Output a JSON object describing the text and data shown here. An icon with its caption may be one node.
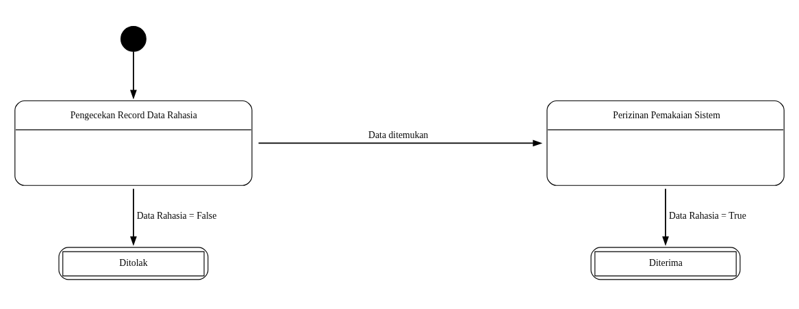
{
  "diagram": {
    "nodes": [
      {
        "text": [],
        "shape": "circle"
      },
      {
        "text": [
          "Pengecekan Record Data Rahasia"
        ]
      },
      {
        "text": [
          "Perizinan Pemakaian Sistem"
        ]
      },
      {
        "text": [
          "Ditolak"
        ]
      },
      {
        "text": [
          "Diterima"
        ]
      }
    ],
    "edges": [
      {
        "from": 0,
        "to": 1,
        "arrow": "to"
      },
      {
        "from": 1,
        "to": 2,
        "arrow": "to",
        "label": "Data ditemukan"
      },
      {
        "from": 1,
        "to": 3,
        "arrow": "to",
        "label": "Data Rahasia = False"
      },
      {
        "from": 2,
        "to": 4,
        "arrow": "to",
        "label": "Data Rahasia = True"
      }
    ]
  }
}
